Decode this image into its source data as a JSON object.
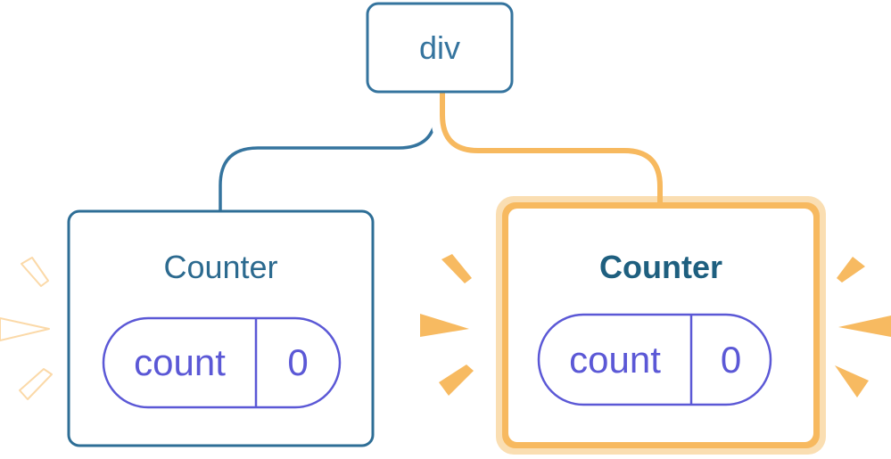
{
  "diagram": {
    "description": "React component tree: a div root element with two Counter children; the right Counter is highlighted (state updated) with orange sparks, the left has faded white sparks",
    "root": {
      "label": "div"
    },
    "children": [
      {
        "label": "Counter",
        "highlighted": false,
        "state": {
          "key": "count",
          "value": "0"
        }
      },
      {
        "label": "Counter",
        "highlighted": true,
        "state": {
          "key": "count",
          "value": "0"
        }
      }
    ],
    "colors": {
      "node_blue_border": "#35749E",
      "node_blue_text": "#35749E",
      "heading_blue": "#2C6A8F",
      "heading_blue_bold": "#1E5F7F",
      "state_purple": "#5B58D6",
      "highlight_orange": "#F7B95F",
      "highlight_cream": "#FADEB2",
      "edge_blue": "#35749E",
      "edge_orange": "#F7B95F",
      "edge_casing": "#FFFFFF",
      "spark_orange": "#F7BA61",
      "spark_white": "#FFFFFF"
    },
    "sparks": {
      "left_counter": "white (faded) burst marks, 3 on left side",
      "right_counter": "orange burst marks, 3 on each side"
    }
  }
}
